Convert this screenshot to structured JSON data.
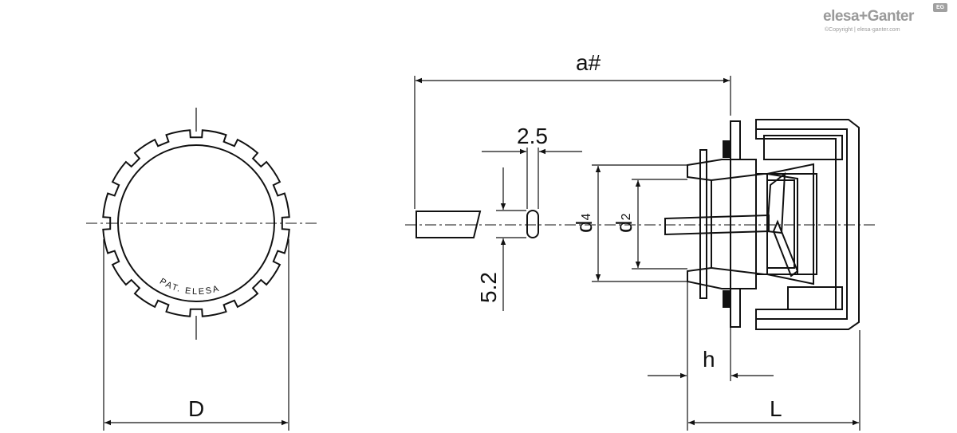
{
  "brand": {
    "logo_text": "elesa+Ganter",
    "copyright": "©Copyright | elesa-ganter.com",
    "badge": "EG"
  },
  "labels": {
    "a": "a#",
    "width_2_5": "2.5",
    "height_5_2": "5.2",
    "d4_main": "d",
    "d4_sub": "4",
    "d2_main": "d",
    "d2_sub": "2",
    "h": "h",
    "L": "L",
    "D": "D",
    "pat": "PAT. ELESA"
  },
  "colors": {
    "line": "#111111",
    "logo": "#9a9a9a"
  }
}
